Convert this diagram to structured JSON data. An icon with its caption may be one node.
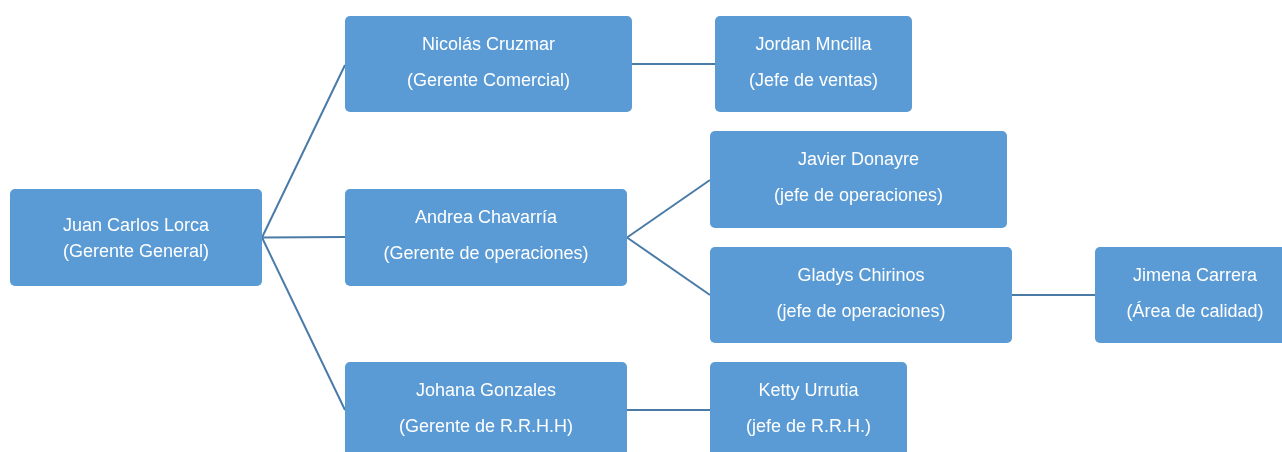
{
  "diagram": {
    "nodes": [
      {
        "text": [
          "Juan Carlos Lorca",
          "(Gerente General)"
        ]
      },
      {
        "text": [
          "Nicolás Cruzmar",
          "(Gerente Comercial)"
        ]
      },
      {
        "text": [
          "Jordan Mncilla",
          "(Jefe de ventas)"
        ]
      },
      {
        "text": [
          "Andrea Chavarría",
          "(Gerente de operaciones)"
        ]
      },
      {
        "text": [
          "Javier Donayre",
          "(jefe de operaciones)"
        ]
      },
      {
        "text": [
          "Gladys Chirinos",
          "(jefe de operaciones)"
        ]
      },
      {
        "text": [
          "Jimena Carrera",
          "(Área de calidad)"
        ]
      },
      {
        "text": [
          "Johana Gonzales",
          "(Gerente de R.R.H.H)"
        ]
      },
      {
        "text": [
          "Ketty Urrutia",
          "(jefe de R.R.H.)"
        ]
      }
    ],
    "edges": [
      {
        "from": 0,
        "to": 1,
        "arrow": "none"
      },
      {
        "from": 0,
        "to": 3,
        "arrow": "none"
      },
      {
        "from": 0,
        "to": 7,
        "arrow": "none"
      },
      {
        "from": 1,
        "to": 2,
        "arrow": "none"
      },
      {
        "from": 3,
        "to": 4,
        "arrow": "none"
      },
      {
        "from": 3,
        "to": 5,
        "arrow": "none"
      },
      {
        "from": 5,
        "to": 6,
        "arrow": "none"
      },
      {
        "from": 7,
        "to": 8,
        "arrow": "none"
      }
    ]
  }
}
